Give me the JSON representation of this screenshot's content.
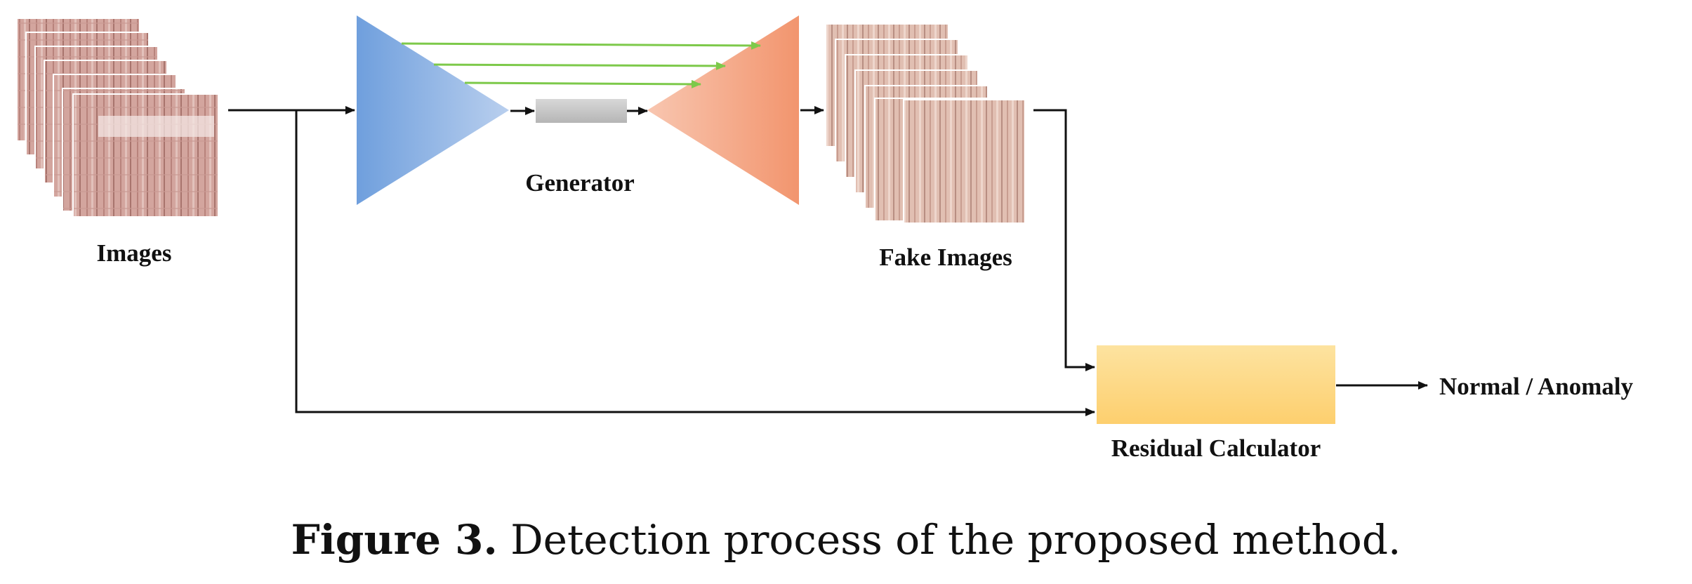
{
  "diagram": {
    "nodes": {
      "images": {
        "label": "Images",
        "texture": "wood-grain-with-defect"
      },
      "generator": {
        "label": "Generator",
        "encoder_color": "#8fb3e3",
        "decoder_color": "#f4a58a",
        "latent_color": "#c9c9c9"
      },
      "fake_images": {
        "label": "Fake Images",
        "texture": "wood-grain"
      },
      "residual_calculator": {
        "label": "Residual Calculator",
        "color": "#fdd57f"
      },
      "output": {
        "label": "Normal / Anomaly"
      }
    },
    "edges": [
      {
        "from": "Images",
        "to": "Generator"
      },
      {
        "from": "Generator",
        "to": "Fake Images"
      },
      {
        "from": "Fake Images",
        "to": "Residual Calculator"
      },
      {
        "from": "Images",
        "to": "Residual Calculator"
      },
      {
        "from": "Residual Calculator",
        "to": "Normal / Anomaly"
      }
    ],
    "skip_connection_color": "#7dc94a"
  },
  "caption": {
    "label": "Figure 3.",
    "text": " Detection process of the proposed method."
  }
}
